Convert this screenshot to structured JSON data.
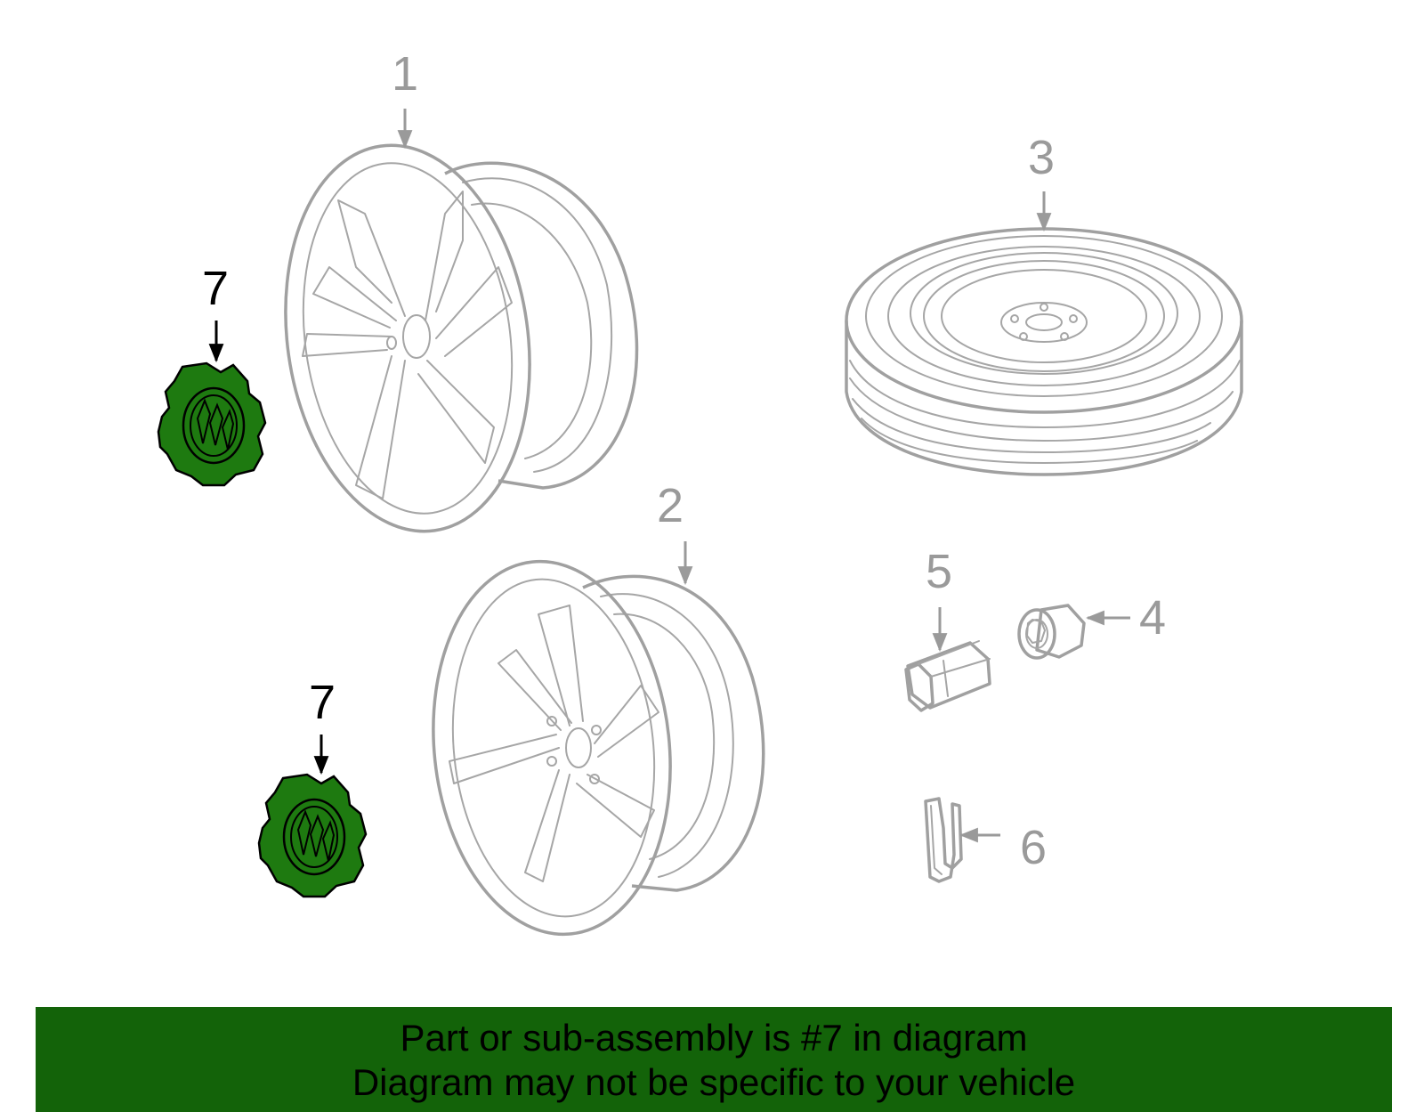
{
  "callouts": {
    "c1": "1",
    "c2": "2",
    "c3": "3",
    "c4": "4",
    "c5": "5",
    "c6": "6",
    "c7a": "7",
    "c7b": "7"
  },
  "banner": {
    "line1": "Part or sub-assembly is #7 in diagram",
    "line2": "Diagram may not be specific to your vehicle"
  },
  "colors": {
    "highlight": "#1e7a10",
    "banner_bg": "#136309",
    "line_art": "#a6a6a6",
    "callout_grey": "#9a9a9a"
  },
  "icons": {
    "part_1": "alloy-wheel-icon",
    "part_2": "alloy-wheel-icon",
    "part_3": "spare-tire-icon",
    "part_4": "wheel-lock-nut-icon",
    "part_5": "lug-nut-icon",
    "part_6": "valve-clip-icon",
    "part_7": "center-cap-icon"
  }
}
